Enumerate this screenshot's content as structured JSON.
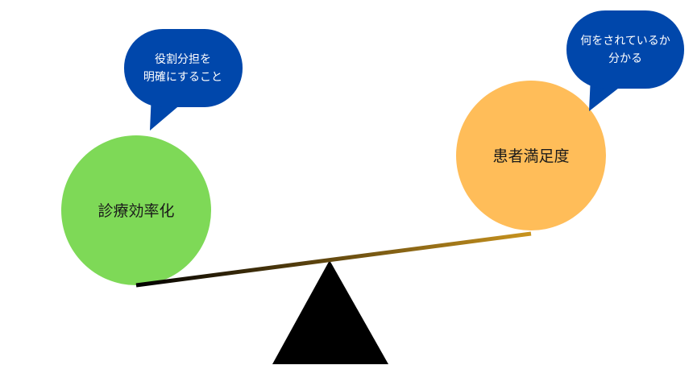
{
  "diagram": {
    "left_circle": {
      "label": "診療効率化",
      "color": "#7ed957"
    },
    "right_circle": {
      "label": "患者満足度",
      "color": "#ffbd59"
    },
    "left_bubble": {
      "lines": [
        "役割分担を",
        "明確にすること"
      ],
      "color": "#0047ab"
    },
    "right_bubble": {
      "lines": [
        "何をされているか",
        "分かる"
      ],
      "color": "#0047ab"
    },
    "beam": {
      "color_left": "#000000",
      "color_right": "#c9941f"
    },
    "fulcrum": {
      "color": "#000000"
    }
  }
}
